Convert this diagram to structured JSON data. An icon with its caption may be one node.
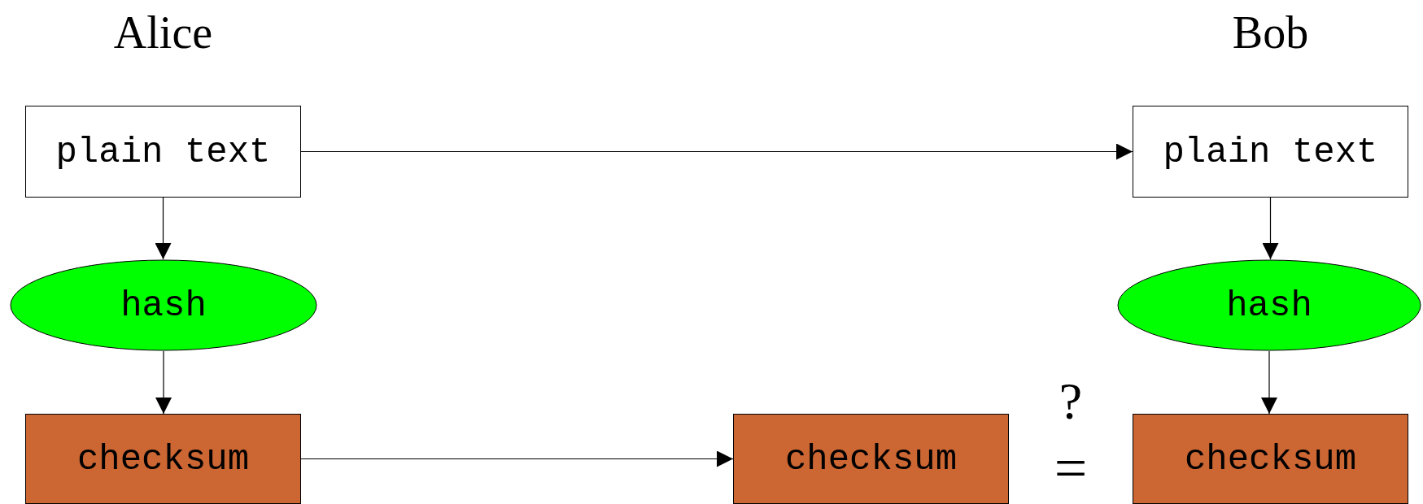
{
  "diagram": {
    "nodes": [
      {
        "text": [
          "plain text"
        ],
        "beside": [
          "Alice"
        ]
      },
      {
        "text": [
          "plain text"
        ],
        "beside": [
          "Bob"
        ]
      },
      {
        "text": [
          "hash"
        ]
      },
      {
        "text": [
          "hash"
        ]
      },
      {
        "text": [
          "checksum"
        ]
      },
      {
        "text": [
          "checksum"
        ]
      },
      {
        "text": [
          "checksum"
        ]
      }
    ],
    "edges": [
      {
        "from": 0,
        "to": 1,
        "arrow": "to"
      },
      {
        "from": 0,
        "to": 2,
        "arrow": "to"
      },
      {
        "from": 1,
        "to": 3,
        "arrow": "to"
      },
      {
        "from": 2,
        "to": 4,
        "arrow": "to"
      },
      {
        "from": 3,
        "to": 6,
        "arrow": "to"
      },
      {
        "from": 4,
        "to": 5,
        "arrow": "to"
      }
    ],
    "labels": [
      "?",
      "="
    ]
  }
}
